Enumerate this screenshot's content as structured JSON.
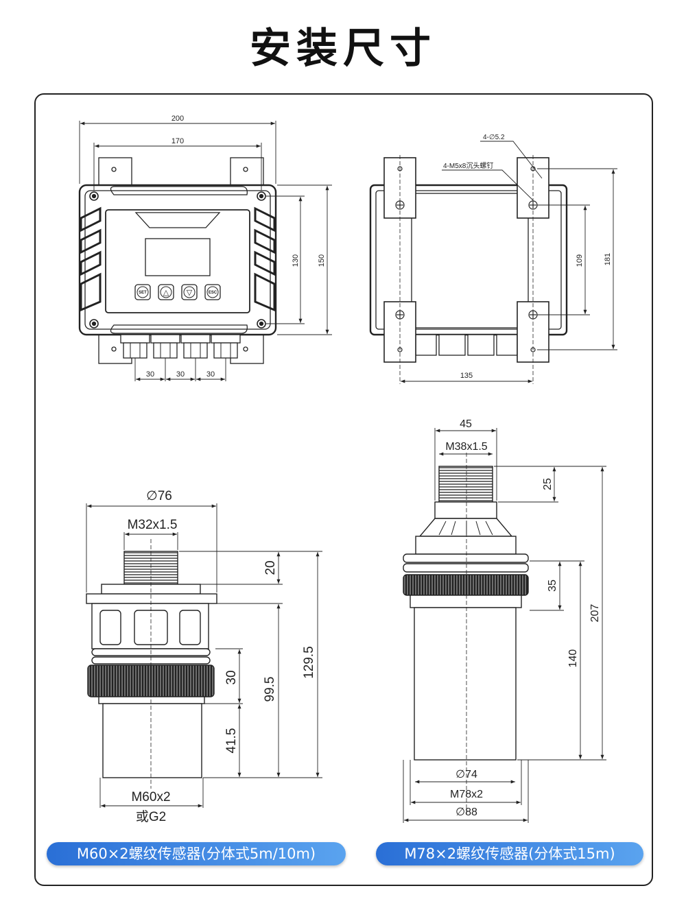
{
  "page": {
    "title": "安装尺寸"
  },
  "controller_front": {
    "dims": {
      "width_outer": "200",
      "width_holes": "170",
      "height_holes": "130",
      "height_body": "150",
      "gland_1": "30",
      "gland_2": "30",
      "gland_3": "30"
    },
    "buttons": [
      "SET",
      "△",
      "▽",
      "ESC"
    ]
  },
  "controller_back": {
    "dims": {
      "holes": "4-∅5.2",
      "screws": "4-M5x8沉头螺钉",
      "hole_spacing_v": "109",
      "overall_v": "181",
      "hole_spacing_h": "135"
    }
  },
  "sensor_small": {
    "dims": {
      "diameter": "∅76",
      "thread_top": "M32x1.5",
      "thread_len": "20",
      "total": "129.5",
      "body": "99.5",
      "nut": "30",
      "bottom": "41.5",
      "thread_bottom": "M60x2",
      "alt_thread": "或G2"
    },
    "label": "M60×2螺纹传感器(分体式5m/10m)"
  },
  "sensor_large": {
    "dims": {
      "width_top": "45",
      "thread_top": "M38x1.5",
      "thread_len": "25",
      "nut": "35",
      "total": "207",
      "body": "140",
      "bottom_diameter": "∅74",
      "thread_bottom": "M78x2",
      "outer_diameter": "∅88"
    },
    "label": "M78×2螺纹传感器(分体式15m)"
  }
}
